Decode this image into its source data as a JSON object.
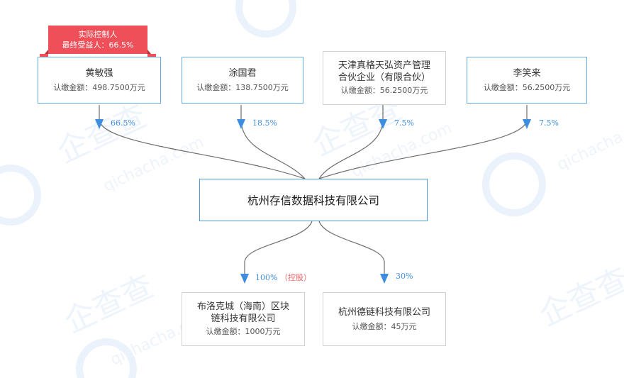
{
  "watermark": {
    "text": "qichacha.com",
    "brand": "企查查",
    "color": "#e9f1fb"
  },
  "controller_tag": {
    "line1": "实际控制人",
    "line2": "最终受益人：66.5%"
  },
  "shareholders": [
    {
      "name": "黄敏强",
      "amount": "认缴金额：498.7500万元",
      "percent": "66.5%"
    },
    {
      "name": "涂国君",
      "amount": "认缴金额：138.7500万元",
      "percent": "18.5%"
    },
    {
      "name_line1": "天津真格天弘资产管理",
      "name_line2": "合伙企业（有限合伙）",
      "amount": "认缴金额：56.2500万元",
      "percent": "7.5%"
    },
    {
      "name": "李笑来",
      "amount": "认缴金额：56.2500万元",
      "percent": "7.5%"
    }
  ],
  "company": {
    "name": "杭州存信数据科技有限公司"
  },
  "investments": [
    {
      "name_line1": "布洛克城（海南）区块",
      "name_line2": "链科技有限公司",
      "amount": "认缴金额：1000万元",
      "percent": "100%",
      "control": "（控股）"
    },
    {
      "name": "杭州德链科技有限公司",
      "amount": "认缴金额：45万元",
      "percent": "30%"
    }
  ],
  "colors": {
    "line": "#6d6d6d",
    "arrow": "#3d8ee0",
    "box_border": "#6aa9e4",
    "tag": "#ef4f59"
  }
}
